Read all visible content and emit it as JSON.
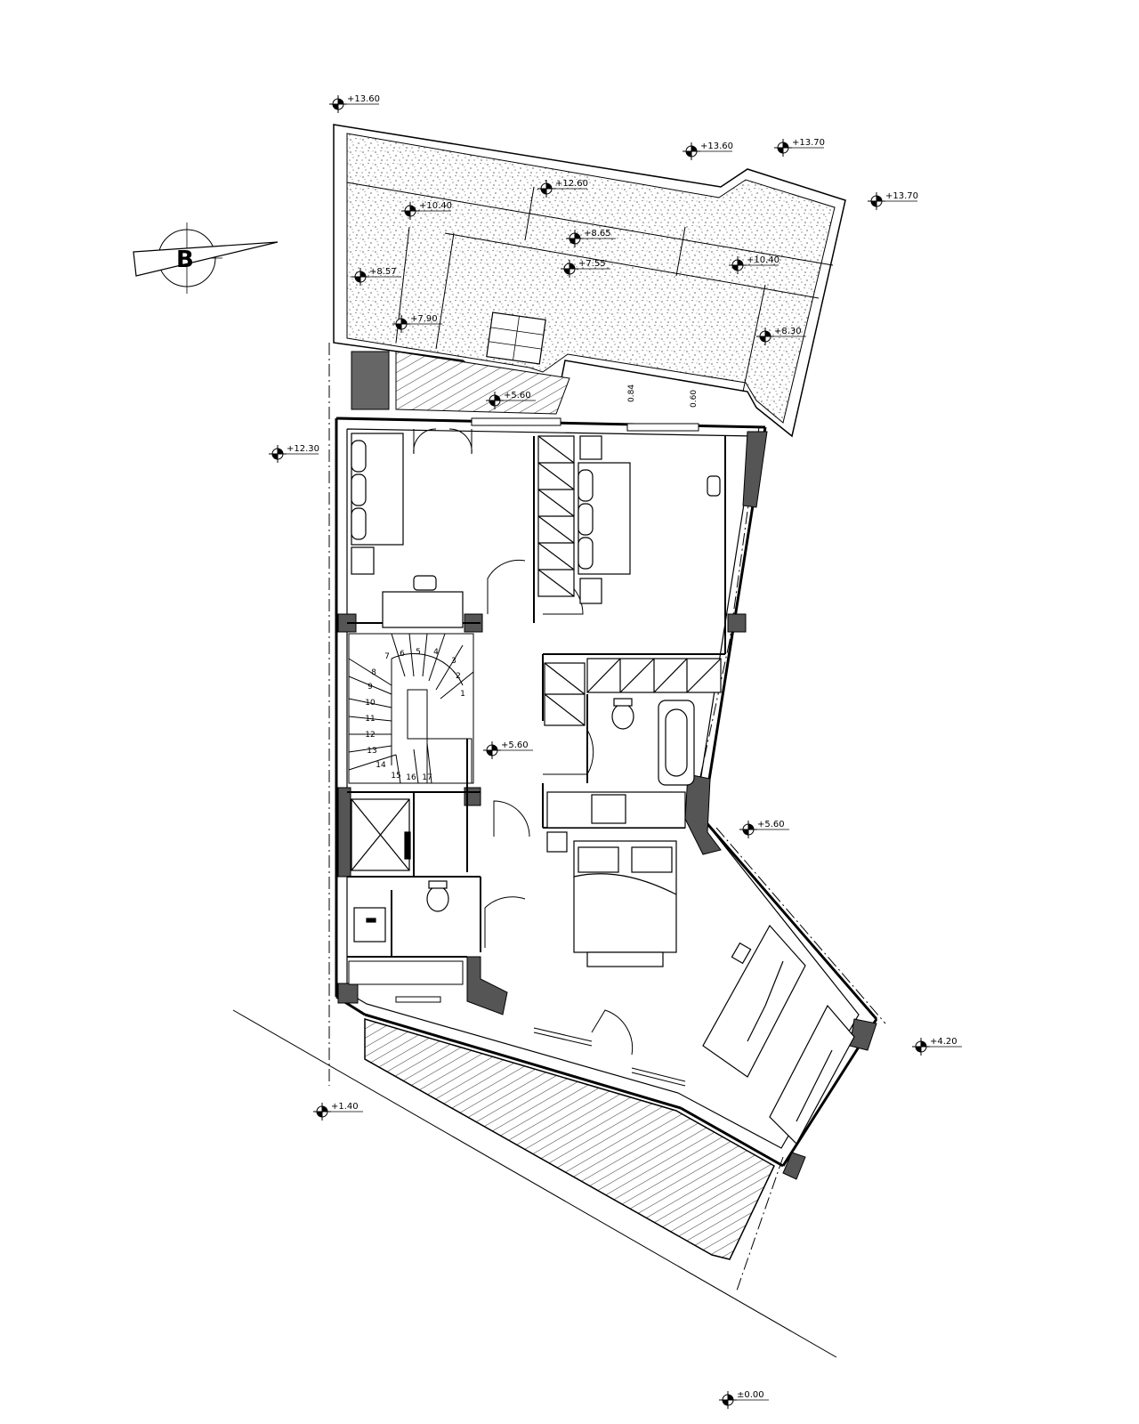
{
  "compass": {
    "letter": "B"
  },
  "levels": [
    {
      "id": "lvl-1360-a",
      "text": "+13.60"
    },
    {
      "id": "lvl-1360-b",
      "text": "+13.60"
    },
    {
      "id": "lvl-1370-a",
      "text": "+13.70"
    },
    {
      "id": "lvl-1370-b",
      "text": "+13.70"
    },
    {
      "id": "lvl-1260",
      "text": "+12.60"
    },
    {
      "id": "lvl-1040-a",
      "text": "+10.40"
    },
    {
      "id": "lvl-1040-b",
      "text": "+10.40"
    },
    {
      "id": "lvl-865",
      "text": "+8.65"
    },
    {
      "id": "lvl-755",
      "text": "+7.55"
    },
    {
      "id": "lvl-857",
      "text": "+8.57"
    },
    {
      "id": "lvl-790",
      "text": "+7.90"
    },
    {
      "id": "lvl-830",
      "text": "+8.30"
    },
    {
      "id": "lvl-560-a",
      "text": "+5.60"
    },
    {
      "id": "lvl-1230",
      "text": "+12.30"
    },
    {
      "id": "lvl-560-b",
      "text": "+5.60"
    },
    {
      "id": "lvl-560-c",
      "text": "+5.60"
    },
    {
      "id": "lvl-420",
      "text": "+4.20"
    },
    {
      "id": "lvl-140",
      "text": "+1.40"
    },
    {
      "id": "lvl-000",
      "text": "±0.00"
    }
  ],
  "dimensions": [
    {
      "id": "dim-084",
      "text": "0.84"
    },
    {
      "id": "dim-060",
      "text": "0.60"
    }
  ],
  "stairs": {
    "steps": [
      "1",
      "2",
      "3",
      "4",
      "5",
      "6",
      "7",
      "8",
      "9",
      "10",
      "11",
      "12",
      "13",
      "14",
      "15",
      "16",
      "17"
    ]
  }
}
